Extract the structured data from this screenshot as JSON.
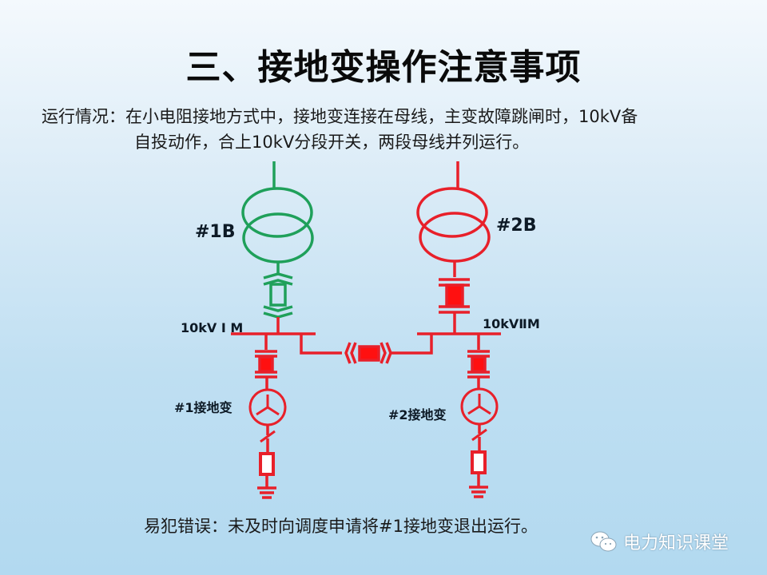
{
  "title": "三、接地变操作注意事项",
  "description": {
    "line1": "运行情况：在小电阻接地方式中，接地变连接在母线，主变故障跳闸时，10kV备",
    "line2": "自投动作，合上10kV分段开关，两段母线并列运行。"
  },
  "diagram": {
    "transformer1_label": "#1B",
    "transformer2_label": "#2B",
    "bus1_label": "10kV I M",
    "bus2_label": "10kVⅡM",
    "grounding1_label": "#1接地变",
    "grounding2_label": "#2接地变",
    "colors": {
      "energized": "#e8202a",
      "deenergized": "#1fa05a",
      "breaker_fill": "#ff1010"
    }
  },
  "mistake": "易犯错误：未及时向调度申请将#1接地变退出运行。",
  "watermark": {
    "icon": "wechat-icon",
    "text": "电力知识课堂"
  }
}
